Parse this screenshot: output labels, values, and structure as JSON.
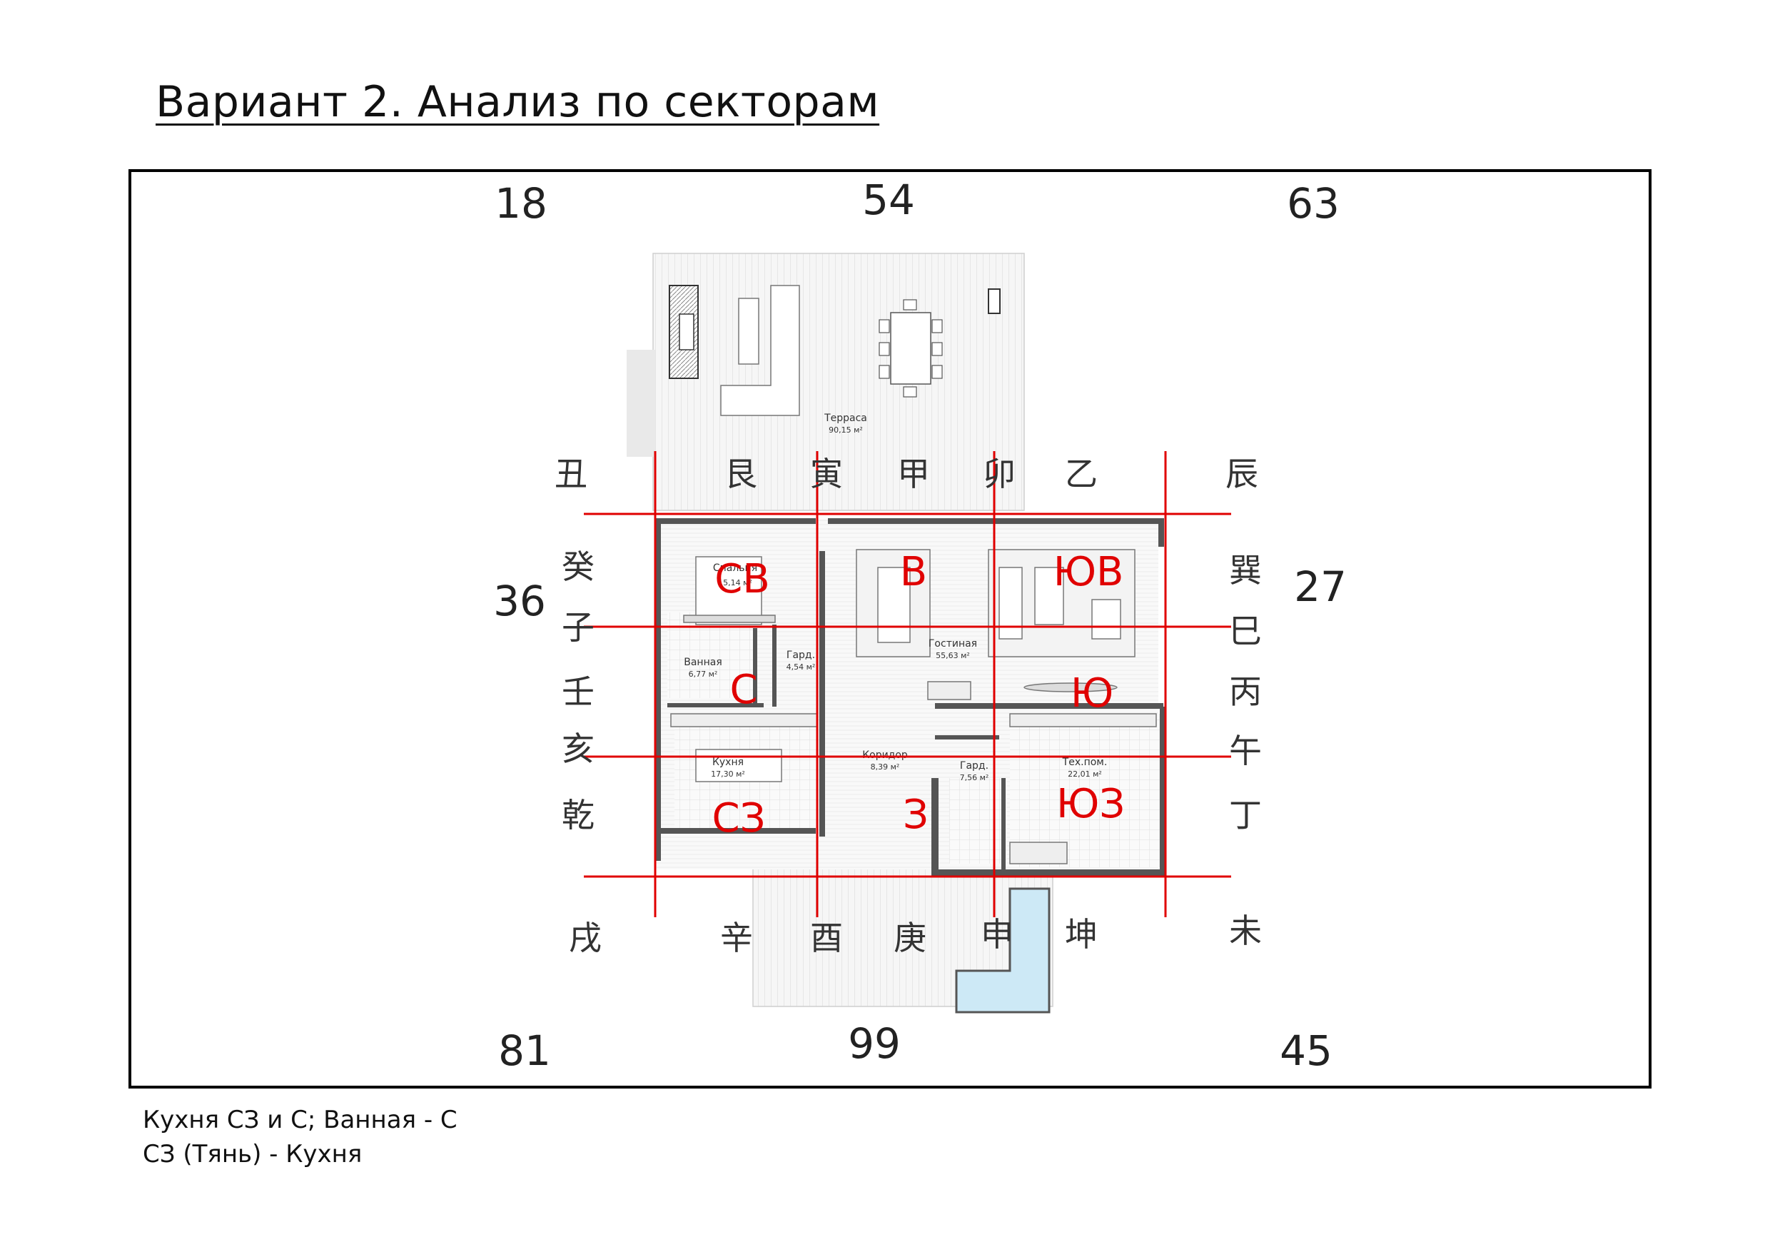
{
  "title": "Вариант 2. Анализ по секторам",
  "ring_numbers": {
    "nw": "18",
    "n": "54",
    "ne": "63",
    "w": "36",
    "e": "27",
    "sw": "81",
    "s": "99",
    "se": "45"
  },
  "mountains": {
    "top": [
      "丑",
      "艮",
      "寅",
      "甲",
      "卯",
      "乙",
      "辰"
    ],
    "left": [
      "癸",
      "子",
      "壬",
      "亥",
      "乾"
    ],
    "right": [
      "巽",
      "巳",
      "丙",
      "午",
      "丁"
    ],
    "bottom": [
      "戌",
      "辛",
      "酉",
      "庚",
      "申",
      "坤",
      "未"
    ]
  },
  "sectors": {
    "ne": "СВ",
    "e": "В",
    "se": "ЮВ",
    "n": "С",
    "s": "Ю",
    "nw": "СЗ",
    "w": "З",
    "sw": "ЮЗ"
  },
  "rooms": [
    {
      "name": "Терраса",
      "area": "90,15 м²"
    },
    {
      "name": "Спальня",
      "area": "15,14 м²"
    },
    {
      "name": "Гостиная",
      "area": "55,63 м²"
    },
    {
      "name": "Ванная",
      "area": "6,77 м²"
    },
    {
      "name": "Гард.",
      "area": "4,54 м²"
    },
    {
      "name": "Кухня",
      "area": "17,30 м²"
    },
    {
      "name": "Коридор",
      "area": "8,39 м²"
    },
    {
      "name": "Гард.",
      "area": "7,56 м²"
    },
    {
      "name": "Тех.пом.",
      "area": "22,01 м²"
    }
  ],
  "notes": [
    "Кухня СЗ и С; Ванная  - С",
    "СЗ (Тянь) - Кухня"
  ],
  "colors": {
    "grid_lines": "#e00000",
    "sector_labels": "#e00000",
    "walls": "#555555",
    "pool": "#cde9f6"
  }
}
